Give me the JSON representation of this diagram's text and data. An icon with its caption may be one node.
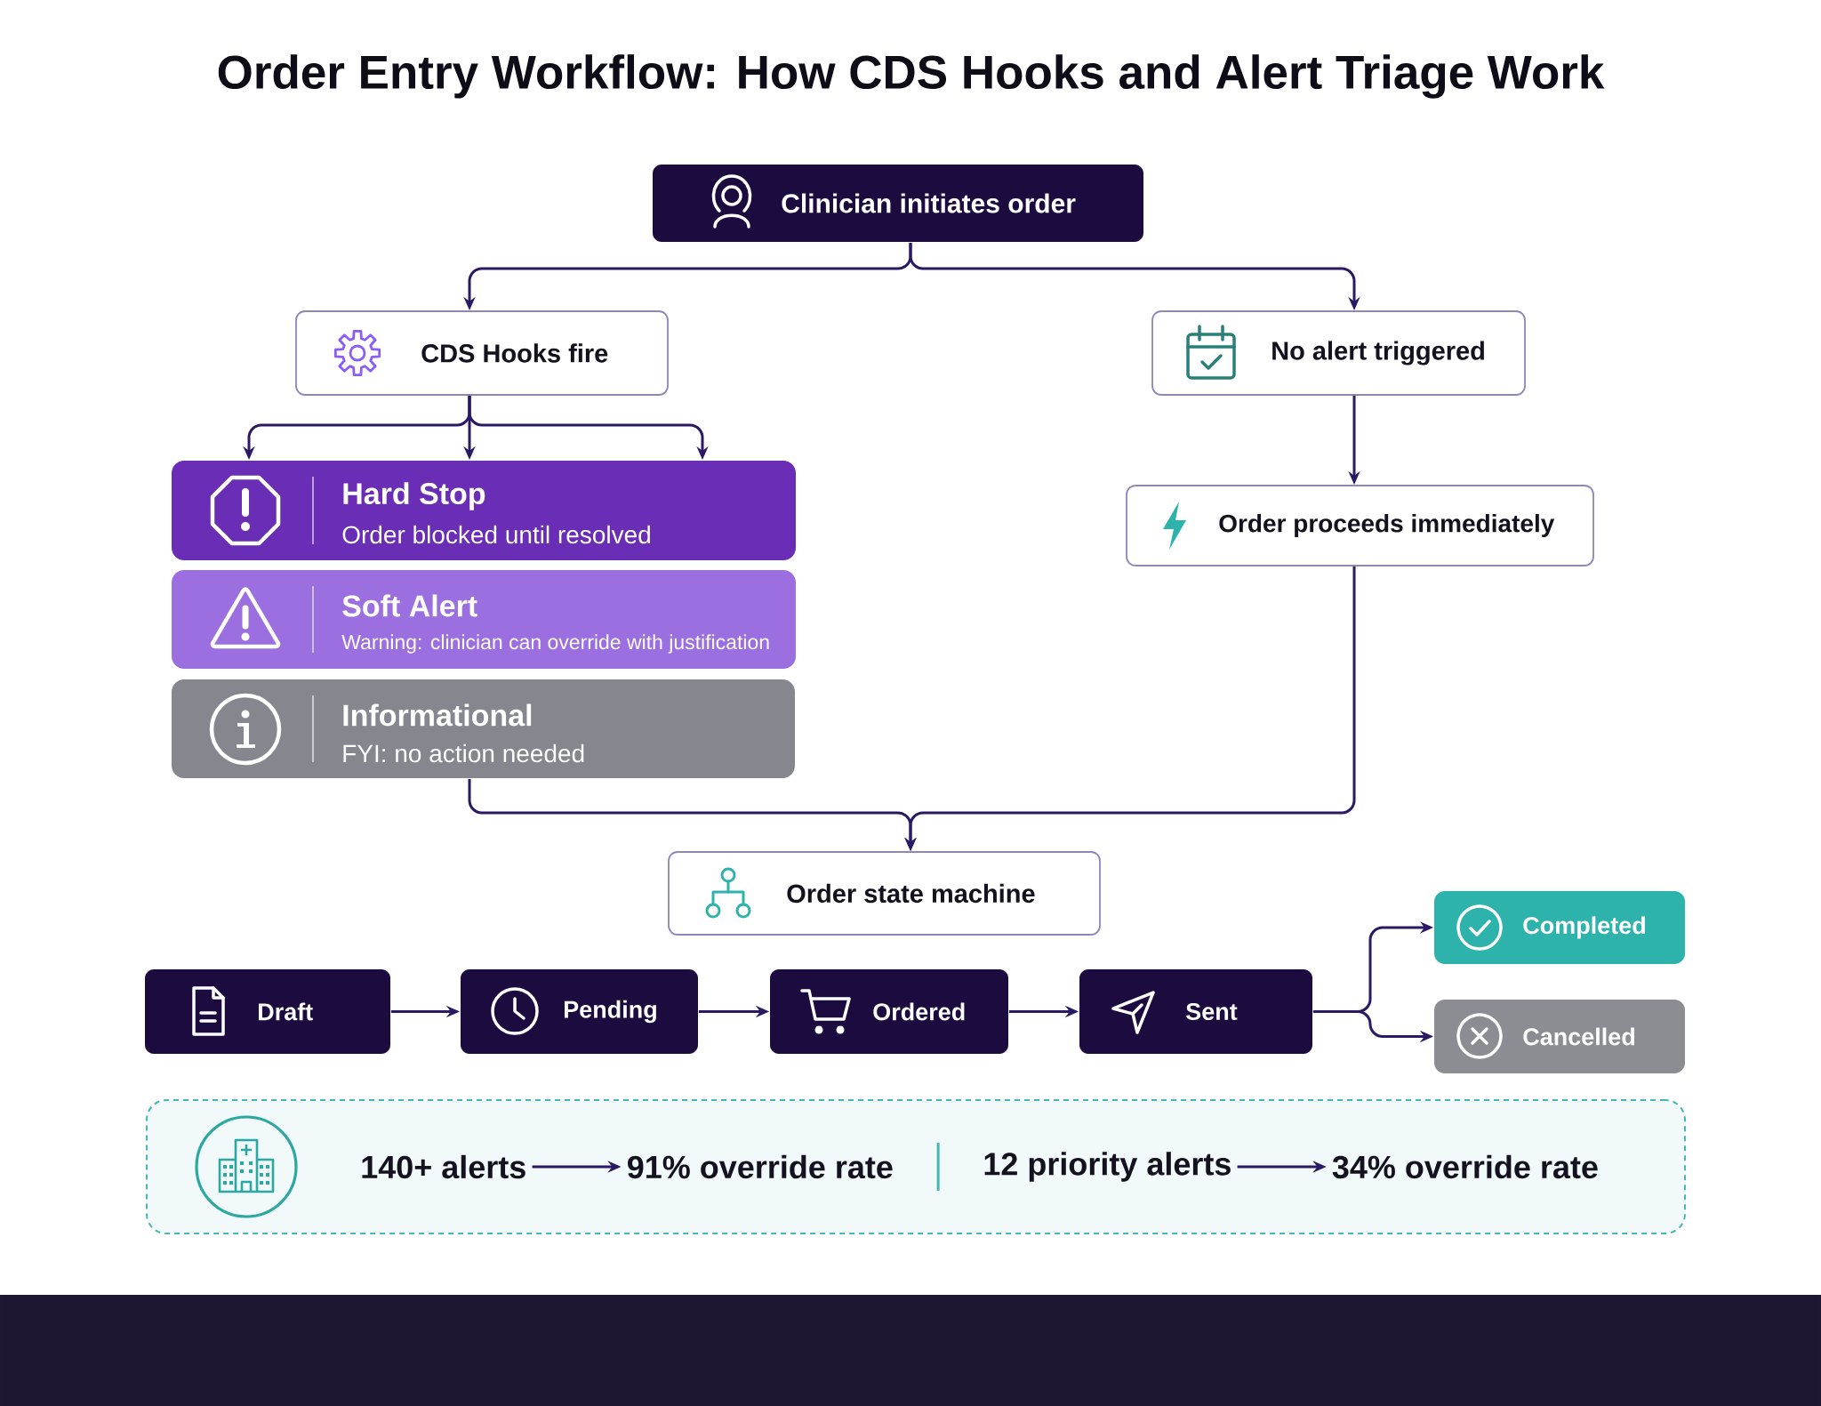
{
  "diagram": {
    "title": "Order Entry Workflow: How CDS Hooks and Alert Triage Work",
    "nodes": [
      {
        "text": [
          "Clinician initiates order"
        ]
      },
      {
        "text": [
          "CDS Hooks fire"
        ]
      },
      {
        "text": [
          "No alert triggered"
        ]
      },
      {
        "text": [
          "Hard Stop",
          "Order blocked until resolved"
        ]
      },
      {
        "text": [
          "Soft Alert",
          "Warning: clinician can override with justification"
        ]
      },
      {
        "text": [
          "Informational",
          "FYI: no action needed"
        ]
      },
      {
        "text": [
          "Order proceeds immediately"
        ]
      },
      {
        "text": [
          "Order state machine"
        ]
      },
      {
        "text": [
          "Draft"
        ]
      },
      {
        "text": [
          "Pending"
        ]
      },
      {
        "text": [
          "Ordered"
        ]
      },
      {
        "text": [
          "Sent"
        ]
      },
      {
        "text": [
          "Completed"
        ]
      },
      {
        "text": [
          "Cancelled"
        ]
      },
      {
        "text": [],
        "shape": "box"
      },
      {
        "text": [
          "140+ alerts"
        ],
        "in": 14
      },
      {
        "text": [
          "91% override rate"
        ],
        "in": 14
      },
      {
        "text": [
          "12 priority alerts"
        ],
        "in": 14
      },
      {
        "text": [
          "34% override rate"
        ],
        "in": 14
      }
    ],
    "edges": [
      {
        "from": 0,
        "to": 1,
        "arrow": "to"
      },
      {
        "from": 0,
        "to": 2,
        "arrow": "to"
      },
      {
        "from": 1,
        "to": 3,
        "arrow": "to"
      },
      {
        "from": 1,
        "to": 3,
        "arrow": "to"
      },
      {
        "from": 1,
        "to": 3,
        "arrow": "to"
      },
      {
        "from": 2,
        "to": 6,
        "arrow": "to"
      },
      {
        "from": 5,
        "to": 7,
        "arrow": "to"
      },
      {
        "from": 6,
        "to": 7,
        "arrow": "to"
      },
      {
        "from": 8,
        "to": 9,
        "arrow": "to"
      },
      {
        "from": 9,
        "to": 10,
        "arrow": "to"
      },
      {
        "from": 10,
        "to": 11,
        "arrow": "to"
      },
      {
        "from": 11,
        "to": 12,
        "arrow": "to"
      },
      {
        "from": 11,
        "to": 13,
        "arrow": "to"
      },
      {
        "from": 15,
        "to": 16,
        "arrow": "to"
      },
      {
        "from": 17,
        "to": 18,
        "arrow": "to"
      }
    ]
  }
}
